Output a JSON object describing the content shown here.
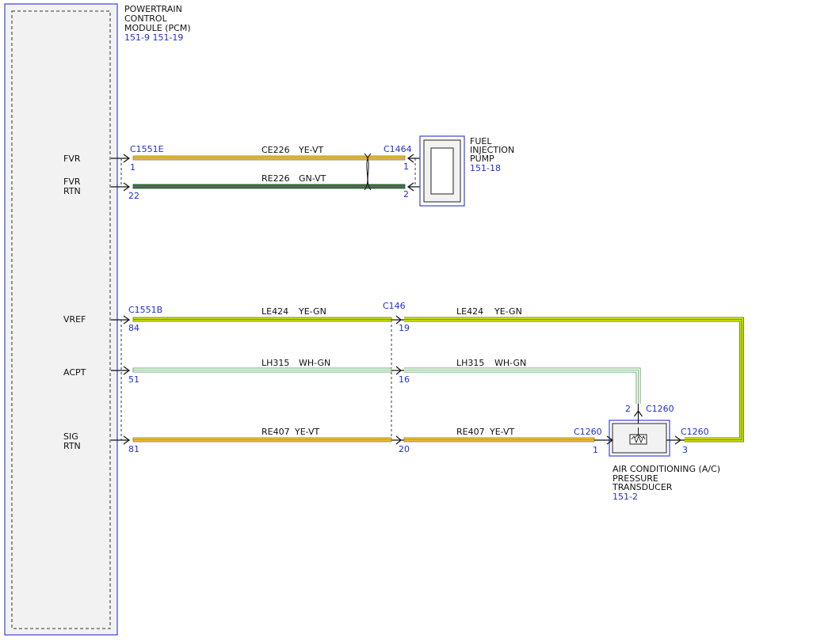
{
  "colors": {
    "module_border": "#3a44d8",
    "module_fill": "#f2f2f2",
    "ref_text": "#1f2fd6",
    "wire_yellow": "#f1c232",
    "wire_violet_tracer": "#8a7b2a",
    "wire_green": "#2e7d32",
    "wire_yellow_green": "#cfe000",
    "wire_white_green": "#5aa35a"
  },
  "pcm": {
    "title_lines": [
      "POWERTRAIN",
      "CONTROL",
      "MODULE (PCM)"
    ],
    "refs": "151-9  151-19",
    "pins": {
      "fvr": "FVR",
      "fvr_rtn_1": "FVR",
      "fvr_rtn_2": "RTN",
      "vref": "VREF",
      "acpt": "ACPT",
      "sig_rtn_1": "SIG",
      "sig_rtn_2": "RTN"
    }
  },
  "connectors": {
    "c1551e": "C1551E",
    "c1464": "C1464",
    "c1551b": "C1551B",
    "c146": "C146",
    "c1260_pin1": "C1260",
    "c1260_pin2": "C1260",
    "c1260_pin3": "C1260"
  },
  "pin_numbers": {
    "c1551e_fvr": "1",
    "c1551e_fvr_rtn": "22",
    "c1464_1": "1",
    "c1464_2": "2",
    "c1551b_vref": "84",
    "c1551b_acpt": "51",
    "c1551b_sig_rtn": "81",
    "c146_vref": "19",
    "c146_acpt": "16",
    "c146_sig_rtn": "20",
    "c1260_1": "1",
    "c1260_2": "2",
    "c1260_3": "3"
  },
  "wires": {
    "ce226": {
      "circuit": "CE226",
      "color": "YE-VT"
    },
    "re226": {
      "circuit": "RE226",
      "color": "GN-VT"
    },
    "le424_a": {
      "circuit": "LE424",
      "color": "YE-GN"
    },
    "le424_b": {
      "circuit": "LE424",
      "color": "YE-GN"
    },
    "lh315_a": {
      "circuit": "LH315",
      "color": "WH-GN"
    },
    "lh315_b": {
      "circuit": "LH315",
      "color": "WH-GN"
    },
    "re407_a": {
      "circuit": "RE407",
      "color": "YE-VT"
    },
    "re407_b": {
      "circuit": "RE407",
      "color": "YE-VT"
    }
  },
  "fuel_pump": {
    "title_lines": [
      "FUEL",
      "INJECTION",
      "PUMP"
    ],
    "ref": "151-18"
  },
  "ac_transducer": {
    "title_lines": [
      "AIR CONDITIONING (A/C)",
      "PRESSURE",
      "TRANSDUCER"
    ],
    "ref": "151-2"
  }
}
